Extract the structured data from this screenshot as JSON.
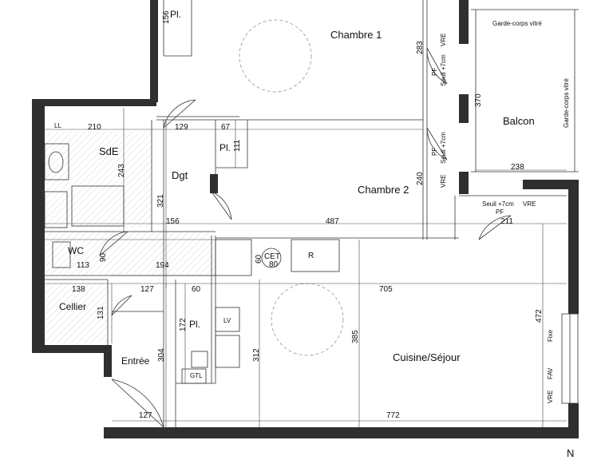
{
  "rooms": {
    "chambre1": "Chambre 1",
    "chambre2": "Chambre 2",
    "balcon": "Balcon",
    "sde": "SdE",
    "dgt": "Dgt",
    "wc": "WC",
    "cellier": "Cellier",
    "entree": "Entrée",
    "cuisine_sejour": "Cuisine/Séjour",
    "placard_top": "Pl.",
    "placard_dgt": "Pl.",
    "placard_entree": "Pl.",
    "cet": "CET",
    "r": "R",
    "ll": "LL",
    "lv": "LV",
    "gtl": "GTL"
  },
  "annotations": {
    "garde_corps_top": "Garde-corps vitré",
    "garde_corps_right": "Garde-corps vitré",
    "pf": "PF",
    "seuil": "Seuil +7cm",
    "vre": "VRE",
    "fixe": "Fixe",
    "fav": "FAV",
    "north": "N"
  },
  "dimensions": {
    "d156_top": "156",
    "d283": "283",
    "d370": "370",
    "d210": "210",
    "d129": "129",
    "d67": "67",
    "d111": "111",
    "d243": "243",
    "d321": "321",
    "d240": "240",
    "d238": "238",
    "d156": "156",
    "d487": "487",
    "d211": "211",
    "d90": "90",
    "d113": "113",
    "d194": "194",
    "d60a": "60",
    "d80": "80",
    "d138": "138",
    "d127a": "127",
    "d60b": "60",
    "d705": "705",
    "d131": "131",
    "d172": "172",
    "d304": "304",
    "d312": "312",
    "d385": "385",
    "d472": "472",
    "d127b": "127",
    "d772": "772"
  }
}
